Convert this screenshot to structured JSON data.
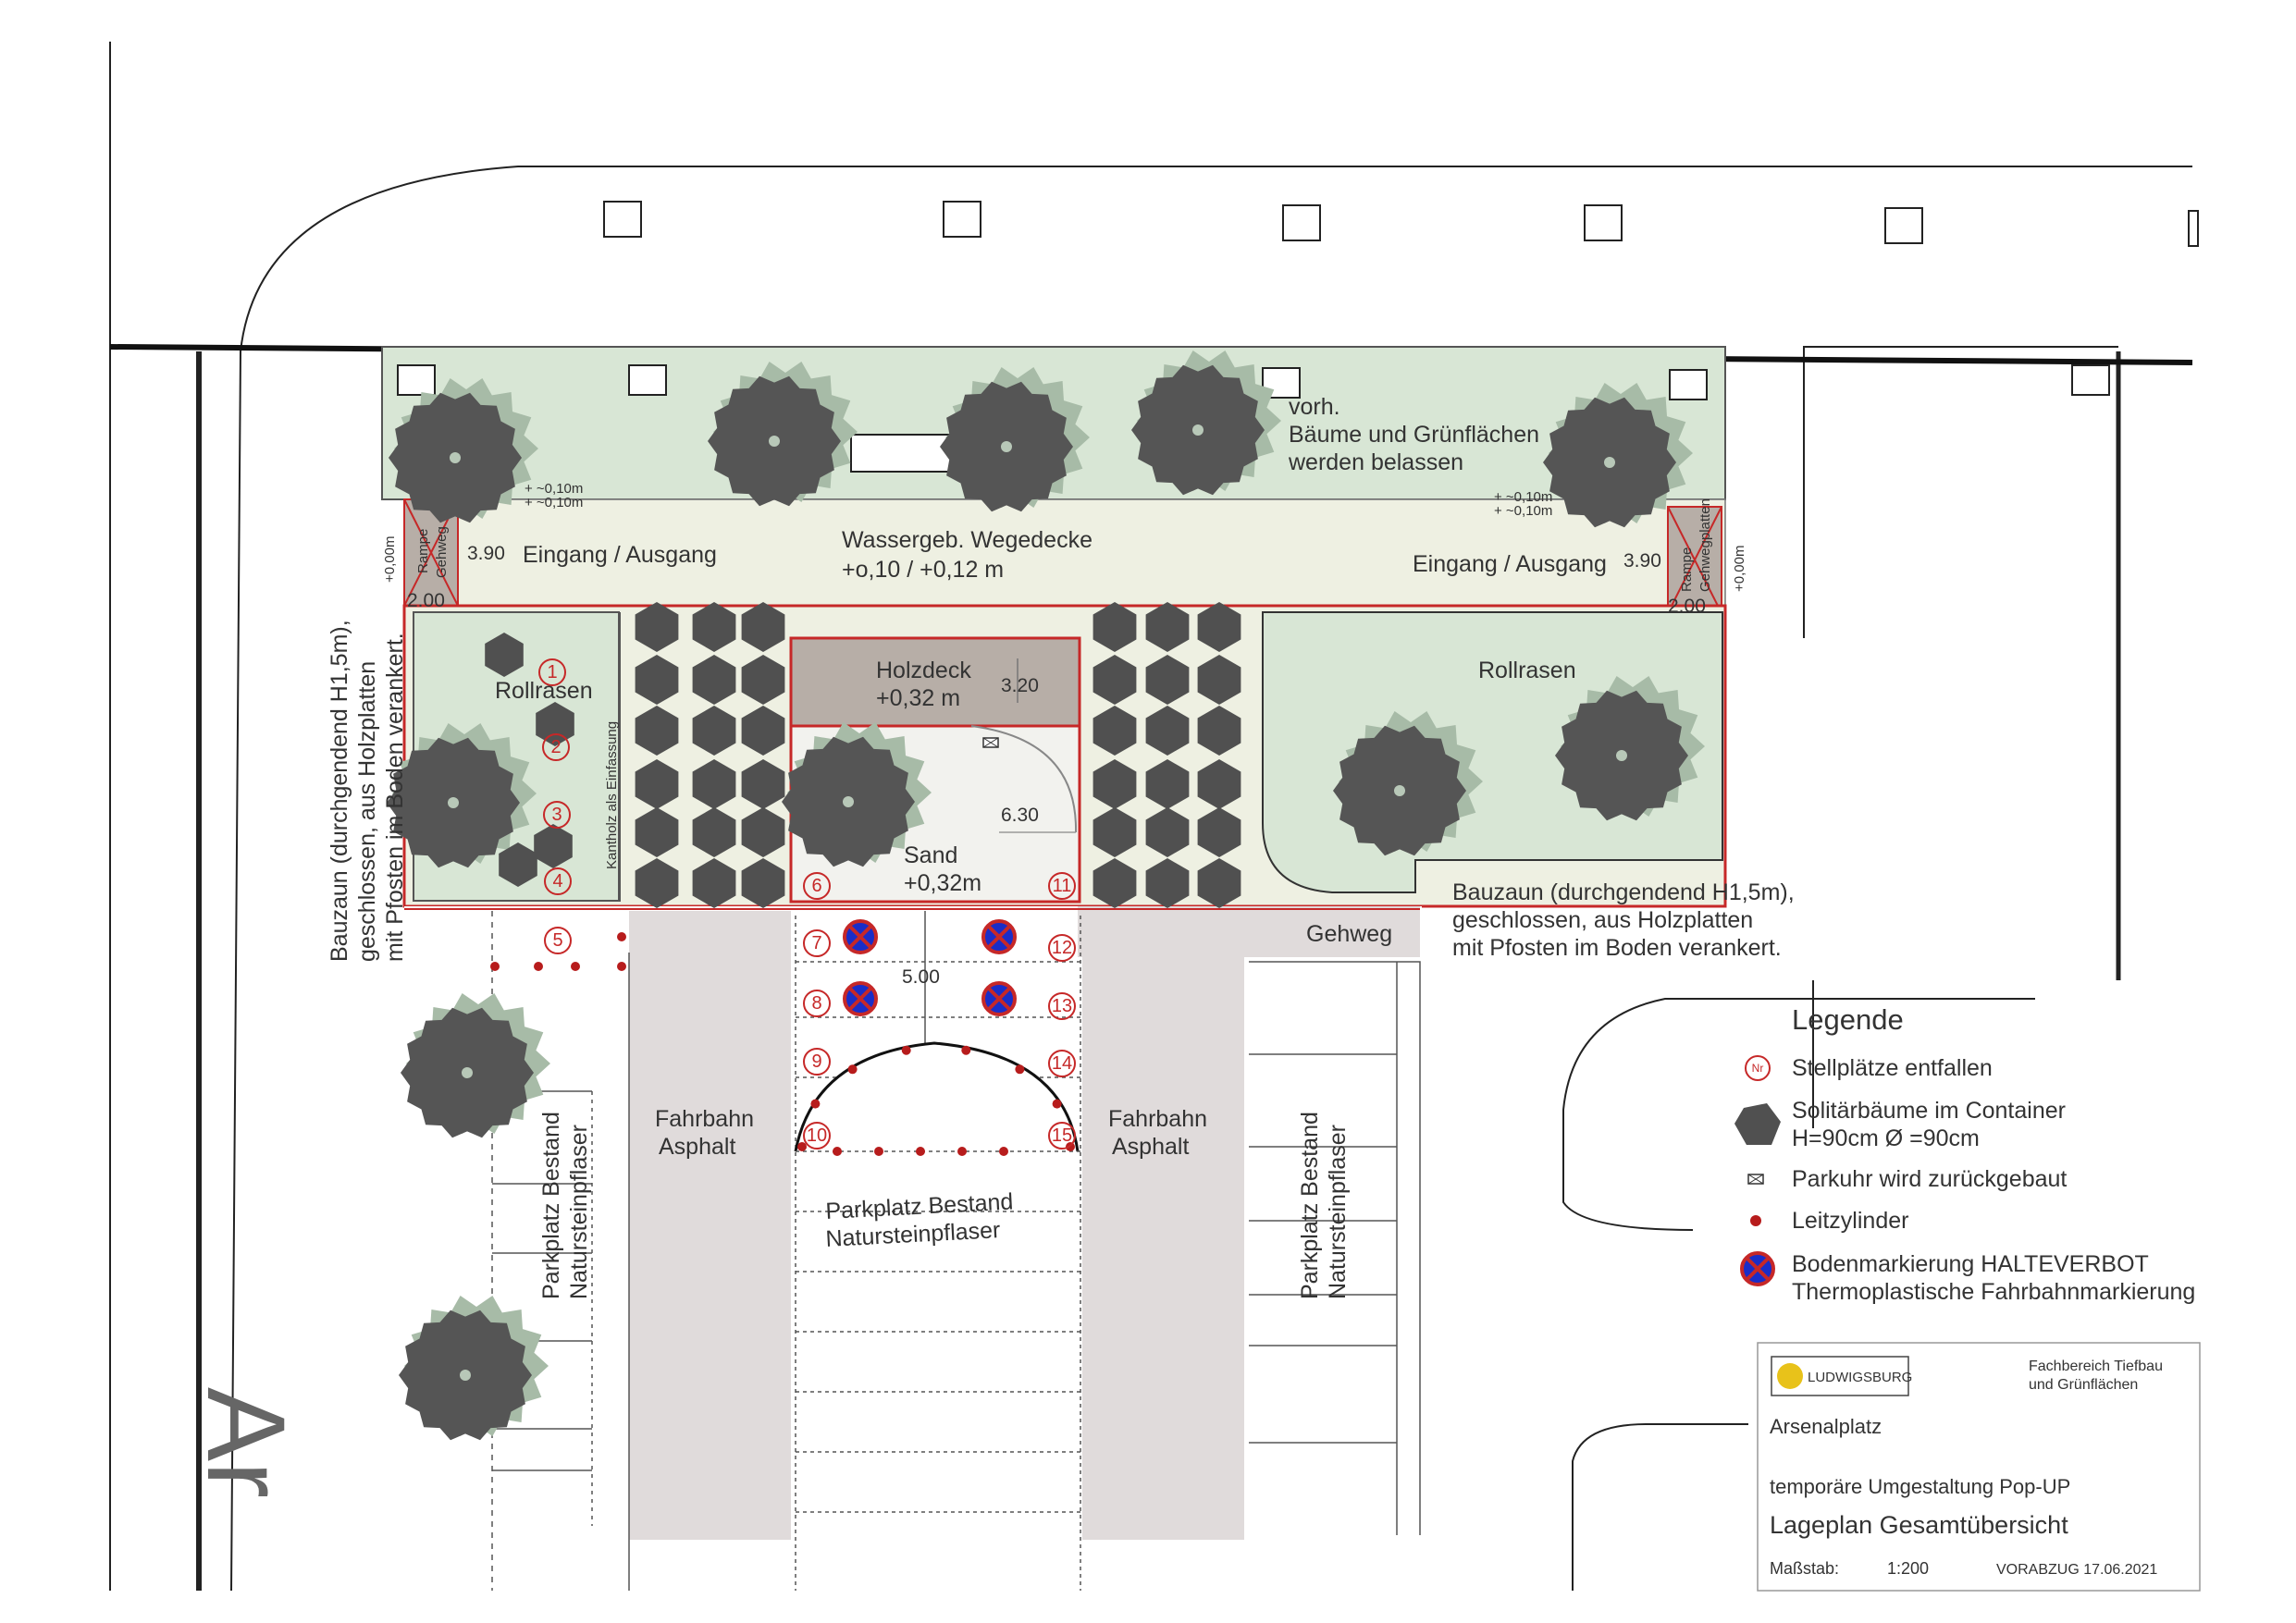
{
  "plan": {
    "top_green": {
      "note_line1": "vorh.",
      "note_line2": "Bäume  und Grünflächen",
      "note_line3": "werden belassen"
    },
    "path": {
      "title": "Wassergeb. Wegedecke",
      "height": "+o,10 / +0,12 m",
      "entry_left": "Eingang / Ausgang",
      "entry_right": "Eingang / Ausgang",
      "width_left": "3.90",
      "width_right": "3.90",
      "ramp_width_left": "2.00",
      "ramp_width_right": "2.00",
      "ramp_left_1": "Rampe",
      "ramp_left_2": "Gehweg",
      "ramp_right_1": "Rampe",
      "ramp_right_2": "Gehwegplatten",
      "elev_left": "+0,00m",
      "elev_right": "+0,00m",
      "tol_left_1": "+ ~0,10m",
      "tol_left_2": "+ ~0,10m",
      "tol_right_1": "+ ~0,10m",
      "tol_right_2": "+ ~0,10m"
    },
    "left_lawn": {
      "label": "Rollrasen",
      "edge_note": "Kantholz als Einfassung"
    },
    "right_lawn": {
      "label": "Rollrasen"
    },
    "holzdeck": {
      "title": "Holzdeck",
      "height": "+0,32 m",
      "dim_320": "3.20",
      "dim_630": "6.30"
    },
    "sand": {
      "title": "Sand",
      "height": "+0,32m"
    },
    "fence_left": {
      "line1": "Bauzaun (durchgendend H1,5m),",
      "line2": "geschlossen, aus Holzplatten",
      "line3": "mit Pfosten im Boden verankert."
    },
    "fence_right": {
      "line1": "Bauzaun (durchgendend H1,5m),",
      "line2": "geschlossen, aus Holzplatten",
      "line3": "mit Pfosten im Boden verankert."
    },
    "sidewalk": "Gehweg",
    "dim_500": "5.00",
    "road_left": {
      "line1": "Fahrbahn",
      "line2": "Asphalt"
    },
    "road_right": {
      "line1": "Fahrbahn",
      "line2": "Asphalt"
    },
    "parking_left": {
      "line1": "Parkplatz Bestand",
      "line2": "Natursteinpflaser"
    },
    "parking_center": {
      "line1": "Parkplatz Bestand",
      "line2": "Natursteinpflaser"
    },
    "parking_right": {
      "line1": "Parkplatz Bestand",
      "line2": "Natursteinpflaser"
    },
    "street_fragment": "Ar",
    "stalls": [
      "1",
      "2",
      "3",
      "4",
      "5",
      "6",
      "7",
      "8",
      "9",
      "10",
      "11",
      "12",
      "13",
      "14",
      "15"
    ]
  },
  "legend": {
    "title": "Legende",
    "nr_symbol": "Nr",
    "items": {
      "stalls": "Stellplätze entfallen",
      "trees_1": "Solitärbäume im Container",
      "trees_2": "H=90cm Ø =90cm",
      "meter": "Parkuhr wird zurückgebaut",
      "cylinder": "Leitzylinder",
      "marking_1": "Bodenmarkierung HALTEVERBOT",
      "marking_2": "Thermoplastische Fahrbahnmarkierung"
    }
  },
  "title_block": {
    "logo_text": "LUDWIGSBURG",
    "department_1": "Fachbereich Tiefbau",
    "department_2": "und Grünflächen",
    "project": "Arsenalplatz",
    "subtitle": "temporäre Umgestaltung Pop-UP",
    "plan_name": "Lageplan Gesamtübersicht",
    "scale_label": "Maßstab:",
    "scale_value": "1:200",
    "draft": "VORABZUG 17.06.2021"
  },
  "colors": {
    "green_area": "#d8e6d5",
    "path_fill": "#eef0e2",
    "asphalt": "#e0dbdb",
    "holzdeck": "#b7aea7",
    "red": "#c62828",
    "tree_dark": "#555555",
    "tree_ring": "#a7bba7",
    "container": "#505050"
  }
}
